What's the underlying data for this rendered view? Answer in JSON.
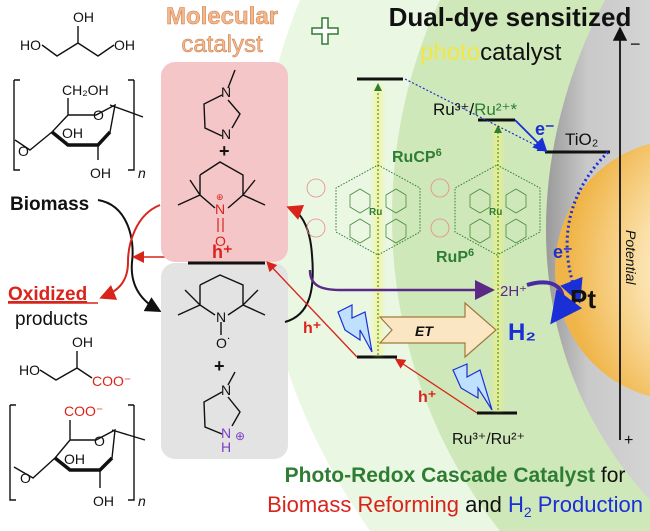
{
  "headings": {
    "molecular_catalyst_line1": "Molecular",
    "molecular_catalyst_line2": "catalyst",
    "plus_sign": "+",
    "dual_dye_line1": "Dual-dye sensitized",
    "photo_prefix": "photo",
    "photo_suffix": "catalyst"
  },
  "left_panel": {
    "biomass_label": "Biomass",
    "oxidized_label": "Oxidized",
    "products_label": "products",
    "glycerol": {
      "oh_top": "OH",
      "ho_left": "HO",
      "oh_right": "OH"
    },
    "cellulose": {
      "ch2oh": "CH₂OH",
      "ring_o": "O",
      "oh_ring": "OH",
      "oh_bottom": "OH",
      "o_link": "O",
      "n": "n"
    },
    "glycerate": {
      "oh_top": "OH",
      "ho_left": "HO",
      "coo": "COO⁻"
    },
    "oxidized_cellulose": {
      "coo": "COO⁻",
      "ring_o": "O",
      "oh_ring": "OH",
      "oh_bottom": "OH",
      "o_link": "O",
      "n": "n"
    }
  },
  "catalyst_boxes": {
    "top": {
      "imidazole_n1": "N",
      "imidazole_n3": "N",
      "plus": "+",
      "n_plus": "N",
      "charge": "⊕",
      "o": "O",
      "h_plus": "h⁺"
    },
    "bottom": {
      "n": "N",
      "o_radical": "O˙",
      "plus": "+",
      "imidazole_n1": "N",
      "nh": "N",
      "h": "H",
      "charge": "⊕"
    }
  },
  "photocatalyst": {
    "rucp6_label": "RuCP",
    "rucp6_sup": "6",
    "rup6_label": "RuP",
    "rup6_sup": "6",
    "ru_center": "Ru",
    "excited_state_prefix": "Ru³⁺/",
    "excited_state_suffix": "Ru²⁺*",
    "ground_state": "Ru³⁺/Ru²⁺",
    "tio2": "TiO₂",
    "electron_1": "e⁻",
    "electron_2": "e⁻",
    "pt": "Pt",
    "two_h_plus": "2H⁺",
    "h2": "H₂",
    "et_label": "ET",
    "hole_1": "h⁺",
    "hole_2": "h⁺",
    "potential_label": "Potential",
    "potential_minus": "−",
    "potential_plus": "+"
  },
  "footer": {
    "line1_part1": "Photo-Redox Cascade Catalyst",
    "line1_part2": " for",
    "line2_part1": "Biomass Reforming",
    "line2_part2": " and ",
    "line2_h": "H",
    "line2_sub": "2",
    "line2_part3": " Production"
  },
  "colors": {
    "molecular_box": "#f5c6c8",
    "reduced_box": "#e0e0e0",
    "dark_green": "#2e7d32",
    "red": "#d9241c",
    "blue": "#1a2fd6",
    "purple": "#6a1b9a",
    "gold": "#f2b84b"
  }
}
